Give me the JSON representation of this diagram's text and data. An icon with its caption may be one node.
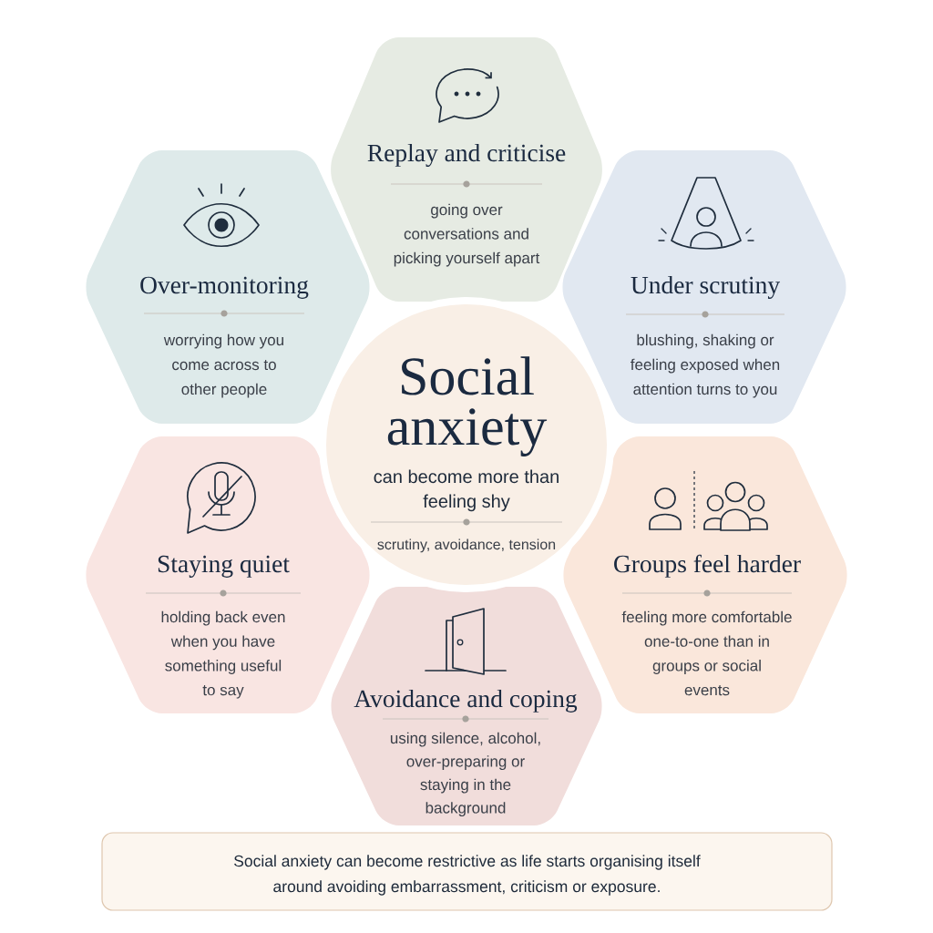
{
  "diagram": {
    "nodes": [
      {
        "text": [
          "Replay and criticise",
          "going over conversations and picking yourself apart"
        ]
      },
      {
        "text": [
          "Over-monitoring",
          "worrying how you come across to other people"
        ]
      },
      {
        "text": [
          "Under scrutiny",
          "blushing, shaking or feeling exposed when attention turns to you"
        ]
      },
      {
        "text": [
          "Social anxiety",
          "can become more than feeling shy",
          "scrutiny, avoidance, tension"
        ]
      },
      {
        "text": [
          "Staying quiet",
          "holding back even when you have something useful to say"
        ]
      },
      {
        "text": [
          "Groups feel harder",
          "feeling more comfortable one-to-one than in groups or social events"
        ]
      },
      {
        "text": [
          "Avoidance and coping",
          "using silence, alcohol, over-preparing or staying in the background"
        ]
      },
      {
        "text": [
          "Social anxiety can become restrictive as life starts organising itself around avoiding embarrassment, criticism or exposure."
        ]
      }
    ]
  }
}
